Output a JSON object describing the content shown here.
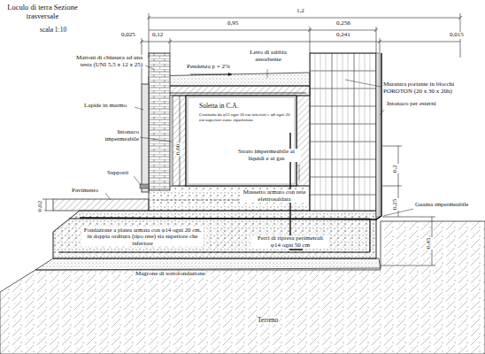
{
  "diagram": {
    "title": "Loculo di terra Sezione trasversale",
    "labels": [
      "scala 1:10",
      "1,2",
      "0,95",
      "0,256",
      "0,025",
      "0,12",
      "0,241",
      "0,015",
      "Mattoni di chiusura ad una testa (UNI 5,5 x 12 x 25)",
      "Letto di sabbia assorbente",
      "Pendenza p = 2%",
      "Muratura portante in blocchi POROTON (20 x 30 x 20h)",
      "Lapide in marmo",
      "Soletta in C.A.",
      "Costituita da φ12 ogni 20 cm inferiori e φ8 ogni 20 cm superiori come ripartizione",
      "Intonaco impermeabile",
      "Intonaco per esterni",
      "0,60",
      "Strato impermeabile ai liquidi e ai gas",
      "0,2",
      "Supporti",
      "Pavimento",
      "Massetto armato con rete elettrosaldata",
      "0,25",
      "Guaina impermeabile",
      "0,02",
      "0,45",
      "Fondazione a platea armata con φ14 ogni 20 cm, in doppia orditura (tipo rete) sia superiore che inferiore",
      "Ferri di ripresa perimetrali φ14 ogni 50 cm",
      "Magrone di sottofondazione",
      "Terreno"
    ]
  }
}
